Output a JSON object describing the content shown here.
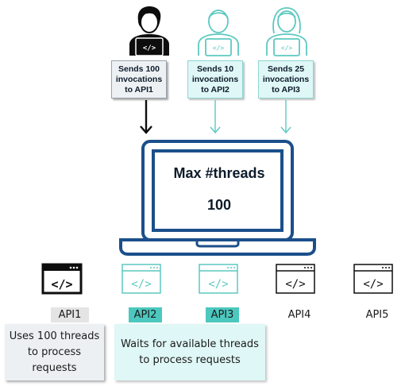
{
  "users": [
    {
      "message": [
        "Sends 100",
        "invocations",
        "to API1"
      ]
    },
    {
      "message": [
        "Sends 10",
        "invocations",
        "to API2"
      ]
    },
    {
      "message": [
        "Sends 25",
        "invocations",
        "to API3"
      ]
    }
  ],
  "laptop": {
    "title": "Max #threads",
    "value": "100"
  },
  "apis": [
    {
      "label": "API1"
    },
    {
      "label": "API2"
    },
    {
      "label": "API3"
    },
    {
      "label": "API4"
    },
    {
      "label": "API5"
    }
  ],
  "notes": {
    "api1": [
      "Uses 100 threads",
      "to process",
      "requests"
    ],
    "waiting": [
      "Waits for available threads",
      "to process requests"
    ]
  },
  "colors": {
    "dark": "#0d0d0d",
    "teal": "#4cc8bf",
    "navy": "#1b4f8a"
  }
}
